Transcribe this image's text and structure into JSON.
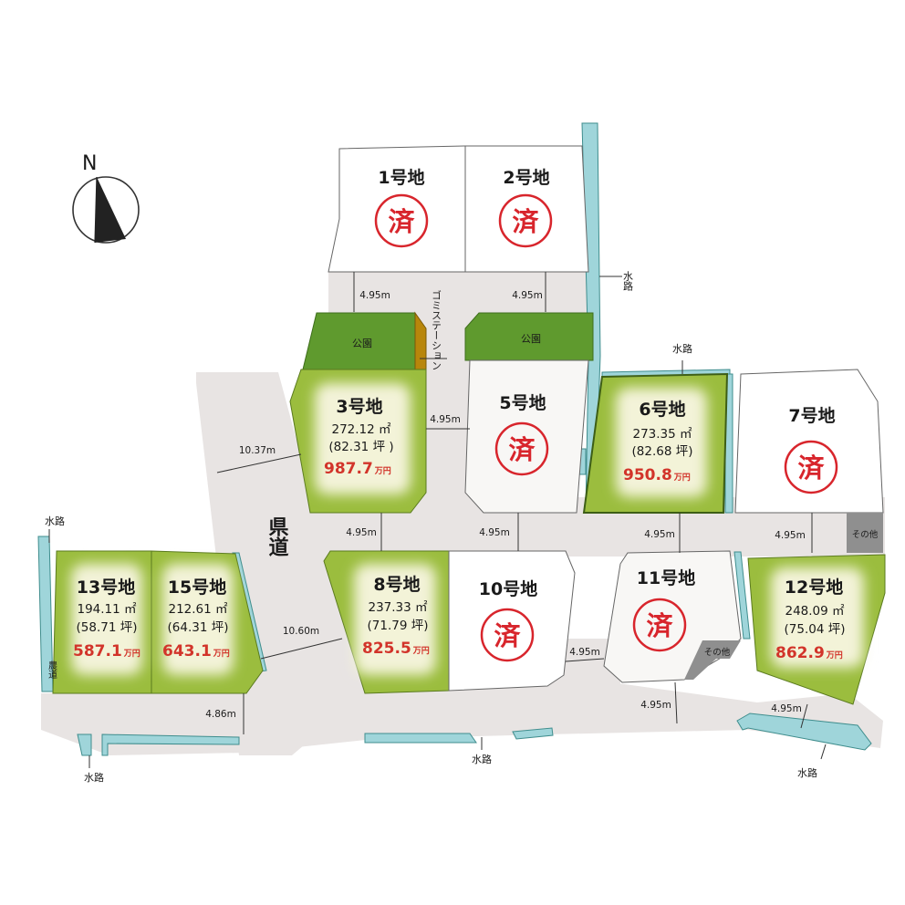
{
  "north": {
    "label": "N"
  },
  "sold_mark": "済",
  "lots": [
    {
      "id": "1",
      "name": "1号地",
      "sold": true
    },
    {
      "id": "2",
      "name": "2号地",
      "sold": true
    },
    {
      "id": "3",
      "name": "3号地",
      "sold": false,
      "area_m2": "272.12 ㎡",
      "area_tsubo": "(82.31 坪 )",
      "price": "987.7",
      "price_unit": "万円"
    },
    {
      "id": "5",
      "name": "5号地",
      "sold": true
    },
    {
      "id": "6",
      "name": "6号地",
      "sold": false,
      "area_m2": "273.35 ㎡",
      "area_tsubo": "(82.68 坪)",
      "price": "950.8",
      "price_unit": "万円"
    },
    {
      "id": "7",
      "name": "7号地",
      "sold": true
    },
    {
      "id": "8",
      "name": "8号地",
      "sold": false,
      "area_m2": "237.33 ㎡",
      "area_tsubo": "(71.79 坪)",
      "price": "825.5",
      "price_unit": "万円"
    },
    {
      "id": "10",
      "name": "10号地",
      "sold": true
    },
    {
      "id": "11",
      "name": "11号地",
      "sold": true
    },
    {
      "id": "12",
      "name": "12号地",
      "sold": false,
      "area_m2": "248.09 ㎡",
      "area_tsubo": "(75.04 坪)",
      "price": "862.9",
      "price_unit": "万円"
    },
    {
      "id": "13",
      "name": "13号地",
      "sold": false,
      "area_m2": "194.11 ㎡",
      "area_tsubo": "(58.71 坪)",
      "price": "587.1",
      "price_unit": "万円"
    },
    {
      "id": "15",
      "name": "15号地",
      "sold": false,
      "area_m2": "212.61 ㎡",
      "area_tsubo": "(64.31 坪)",
      "price": "643.1",
      "price_unit": "万円"
    }
  ],
  "labels": {
    "park": "公園",
    "garbage_station": "ゴミステーション",
    "other": "その他",
    "waterway": "水路",
    "prefectural_road": "県道",
    "farm_road": "農道"
  },
  "dimensions": {
    "road_top_left": "4.95m",
    "road_top_right": "4.95m",
    "road_3_5": "4.95m",
    "road_main_left": "10.37m",
    "road_main_lower": "10.60m",
    "road_3_8": "4.95m",
    "road_5_10": "4.95m",
    "road_6_11": "4.95m",
    "road_7_12": "4.95m",
    "road_10_11": "4.95m",
    "road_bottom_mid": "4.95m",
    "road_bottom_right": "4.95m",
    "road_bottom_left": "4.86m"
  },
  "colors": {
    "road": "#e8e4e3",
    "lot_available": "#9bbd3e",
    "lot_glow": "#f3f3d8",
    "park": "#5f9a2e",
    "garbage": "#b8860b",
    "water": "#9fd5da",
    "water_edge": "#3f8d8d",
    "sold_red": "#d8252c",
    "other_gray": "#8f8f8f"
  }
}
